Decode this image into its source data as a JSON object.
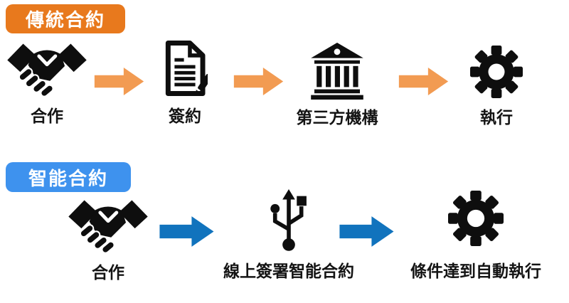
{
  "diagram": {
    "background": "#ffffff",
    "icon_color": "#0e0e0e",
    "sections": {
      "traditional": {
        "badge_label": "傳統合約",
        "badge_color": "#E8791D",
        "arrow_color": "#F29B52",
        "steps": [
          {
            "icon": "handshake-icon",
            "label": "合作"
          },
          {
            "icon": "contract-signing-icon",
            "label": "簽約"
          },
          {
            "icon": "bank-icon",
            "label": "第三方機構"
          },
          {
            "icon": "gear-icon",
            "label": "執行"
          }
        ]
      },
      "smart": {
        "badge_label": "智能合約",
        "badge_color": "#3E92EE",
        "arrow_color": "#1173BD",
        "steps": [
          {
            "icon": "handshake-icon",
            "label": "合作"
          },
          {
            "icon": "usb-icon",
            "label": "線上簽署智能合約"
          },
          {
            "icon": "gear-icon",
            "label": "條件達到自動執行"
          }
        ]
      }
    }
  }
}
